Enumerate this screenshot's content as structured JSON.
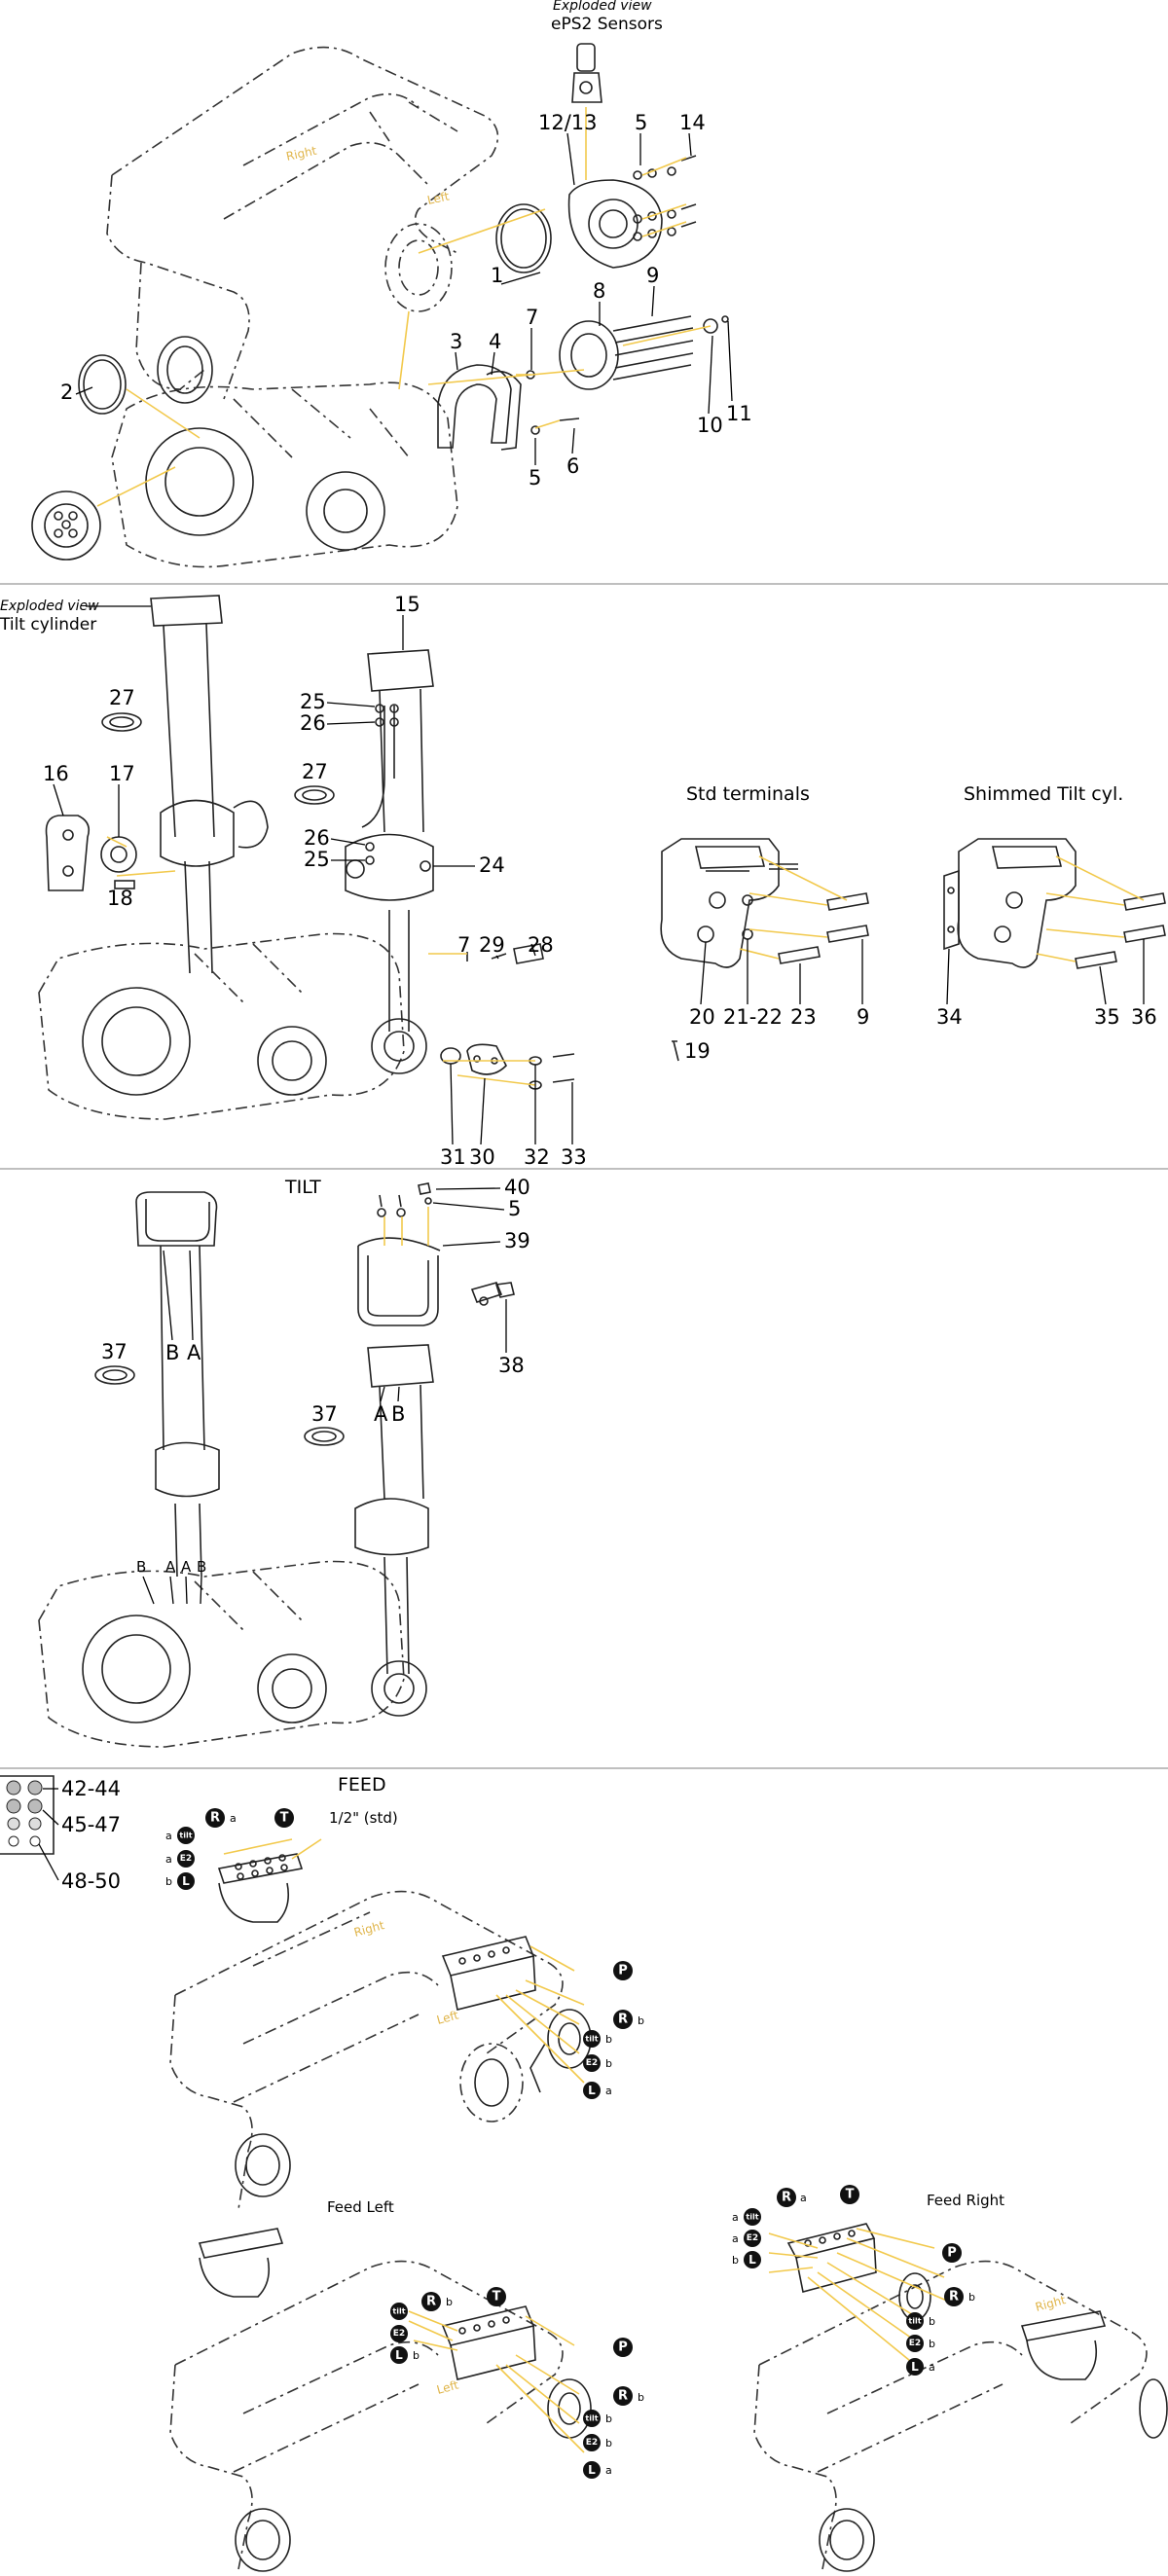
{
  "sections": {
    "eps2": {
      "caption_line1": "Exploded view",
      "caption_line2": "ePS2 Sensors",
      "frame_text_right": "Right",
      "frame_text_left": "Left",
      "parts": [
        "12/13",
        "5",
        "14",
        "1",
        "9",
        "8",
        "7",
        "4",
        "3",
        "2",
        "10",
        "11",
        "5",
        "6"
      ]
    },
    "tilt_exploded": {
      "caption_line1": "Exploded view",
      "caption_line2": "Tilt cylinder",
      "parts": [
        "15",
        "25",
        "26",
        "27",
        "27",
        "16",
        "17",
        "26",
        "25",
        "24",
        "18",
        "7",
        "29",
        "28",
        "31",
        "30",
        "32",
        "33"
      ],
      "std_terminals": {
        "title": "Std terminals",
        "parts": [
          "20",
          "21-22",
          "23",
          "9",
          "19"
        ]
      },
      "shimmed": {
        "title": "Shimmed Tilt cyl.",
        "parts": [
          "34",
          "35",
          "36"
        ]
      }
    },
    "tilt": {
      "title": "TILT",
      "parts": [
        "40",
        "5",
        "39",
        "38",
        "37",
        "37"
      ],
      "port_letters": [
        "B",
        "A",
        "A",
        "B",
        "B",
        "A",
        "A",
        "B"
      ]
    },
    "feed": {
      "title": "FEED",
      "subtitle": "1/2\" (std)",
      "legend": [
        "42-44",
        "45-47",
        "48-50"
      ],
      "frame_text_right": "Right",
      "frame_text_left": "Left",
      "feed_left_title": "Feed Left",
      "feed_right_title": "Feed Right",
      "ports": {
        "R": "R",
        "T": "T",
        "P": "P",
        "L": "L",
        "E2": "E2",
        "tilt": "tilt",
        "a": "a",
        "b": "b"
      }
    }
  },
  "colors": {
    "line": "#222222",
    "leader_yellow": "#f2c94c",
    "separator": "#999999"
  }
}
